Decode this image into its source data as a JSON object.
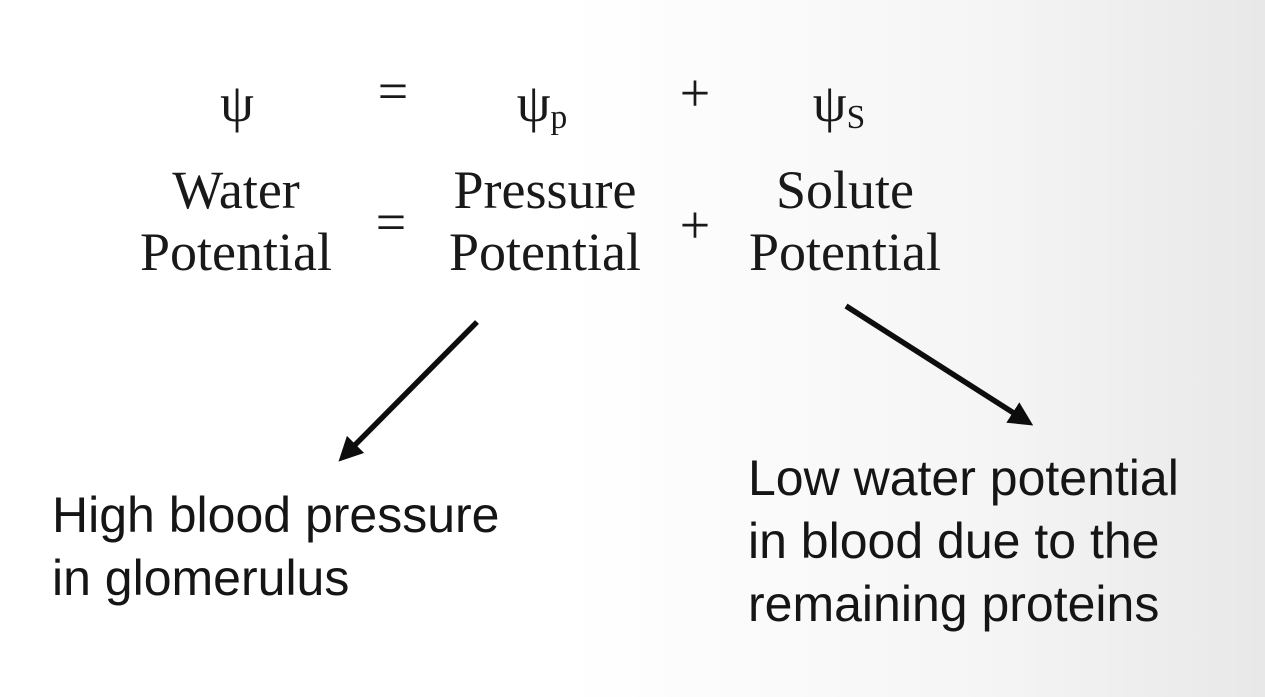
{
  "equation": {
    "symbols": {
      "water": {
        "base": "ψ",
        "sub": ""
      },
      "equals": "=",
      "pressure": {
        "base": "ψ",
        "sub": "p"
      },
      "plus": "+",
      "solute": {
        "base": "ψ",
        "sub": "S"
      }
    },
    "labels": {
      "water": {
        "line1": "Water",
        "line2": "Potential"
      },
      "equals": "=",
      "pressure": {
        "line1": "Pressure",
        "line2": "Potential"
      },
      "plus": "+",
      "solute": {
        "line1": "Solute",
        "line2": "Potential"
      }
    }
  },
  "annotations": {
    "pressure_note": {
      "line1": "High blood pressure",
      "line2": "in glomerulus"
    },
    "solute_note": {
      "line1": "Low water potential",
      "line2": "in blood due to the",
      "line3": "remaining proteins"
    }
  },
  "colors": {
    "text": "#151515",
    "arrow": "#0d0d0d",
    "background_right": "#e8e8e8"
  }
}
